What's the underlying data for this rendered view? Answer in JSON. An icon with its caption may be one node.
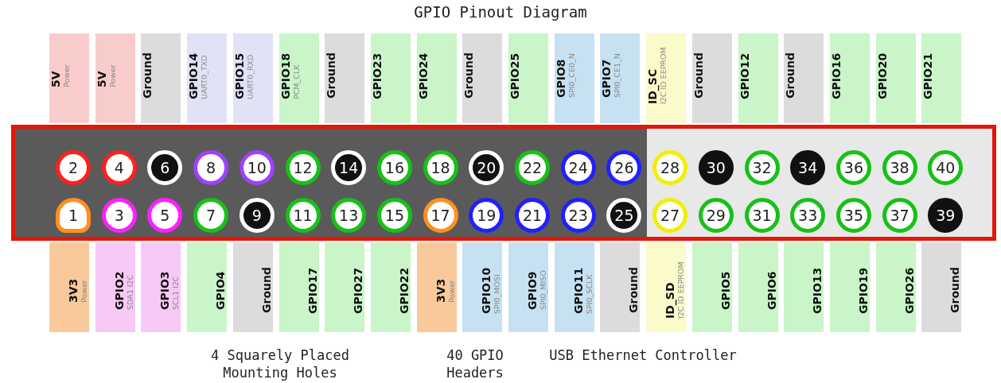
{
  "diagram": {
    "title": "GPIO Pinout Diagram",
    "nodes": [
      {
        "text": [],
        "shape": "box"
      },
      {
        "text": [
          "2"
        ],
        "in": 0
      },
      {
        "text": [
          "4"
        ],
        "in": 0
      },
      {
        "text": [
          "6"
        ],
        "in": 0
      },
      {
        "text": [
          "8"
        ],
        "in": 0
      },
      {
        "text": [
          "10"
        ],
        "in": 0
      },
      {
        "text": [
          "12"
        ],
        "in": 0
      },
      {
        "text": [
          "14"
        ],
        "in": 0
      },
      {
        "text": [
          "16"
        ],
        "in": 0
      },
      {
        "text": [
          "18"
        ],
        "in": 0
      },
      {
        "text": [
          "20"
        ],
        "in": 0
      },
      {
        "text": [
          "22"
        ],
        "in": 0
      },
      {
        "text": [
          "24"
        ],
        "in": 0
      },
      {
        "text": [
          "26"
        ],
        "in": 0
      },
      {
        "text": [
          "28"
        ],
        "in": 0
      },
      {
        "text": [
          "30"
        ],
        "in": 0
      },
      {
        "text": [
          "32"
        ],
        "in": 0
      },
      {
        "text": [
          "34"
        ],
        "in": 0
      },
      {
        "text": [
          "36"
        ],
        "in": 0
      },
      {
        "text": [
          "38"
        ],
        "in": 0
      },
      {
        "text": [
          "40"
        ],
        "in": 0
      },
      {
        "text": [
          "1"
        ],
        "in": 0
      },
      {
        "text": [
          "3"
        ],
        "in": 0
      },
      {
        "text": [
          "5"
        ],
        "in": 0
      },
      {
        "text": [
          "7"
        ],
        "in": 0
      },
      {
        "text": [
          "9"
        ],
        "in": 0
      },
      {
        "text": [
          "11"
        ],
        "in": 0
      },
      {
        "text": [
          "13"
        ],
        "in": 0
      },
      {
        "text": [
          "15"
        ],
        "in": 0
      },
      {
        "text": [
          "17"
        ],
        "in": 0
      },
      {
        "text": [
          "19"
        ],
        "in": 0
      },
      {
        "text": [
          "21"
        ],
        "in": 0
      },
      {
        "text": [
          "23"
        ],
        "in": 0
      },
      {
        "text": [
          "25"
        ],
        "in": 0
      },
      {
        "text": [
          "27"
        ],
        "in": 0
      },
      {
        "text": [
          "29"
        ],
        "in": 0
      },
      {
        "text": [
          "31"
        ],
        "in": 0
      },
      {
        "text": [
          "33"
        ],
        "in": 0
      },
      {
        "text": [
          "35"
        ],
        "in": 0
      },
      {
        "text": [
          "37"
        ],
        "in": 0
      },
      {
        "text": [
          "39"
        ],
        "in": 0
      },
      {
        "text": [
          "5V",
          "Power"
        ]
      },
      {
        "text": [
          "5V",
          "Power"
        ]
      },
      {
        "text": [
          "Ground"
        ]
      },
      {
        "text": [
          "GPIO14",
          "UART0_TXD"
        ]
      },
      {
        "text": [
          "GPIO15",
          "UART0_RXD"
        ]
      },
      {
        "text": [
          "GPIO18",
          "PCM_CLK"
        ]
      },
      {
        "text": [
          "Ground"
        ]
      },
      {
        "text": [
          "GPIO23"
        ]
      },
      {
        "text": [
          "GPIO24"
        ]
      },
      {
        "text": [
          "Ground"
        ]
      },
      {
        "text": [
          "GPIO25"
        ]
      },
      {
        "text": [
          "GPIO8",
          "SPI0_CE0_N"
        ]
      },
      {
        "text": [
          "GPIO7",
          "SPI0_CE1_N"
        ]
      },
      {
        "text": [
          "ID_SC",
          "I2C ID EEPROM"
        ]
      },
      {
        "text": [
          "Ground"
        ]
      },
      {
        "text": [
          "GPIO12"
        ]
      },
      {
        "text": [
          "Ground"
        ]
      },
      {
        "text": [
          "GPIO16"
        ]
      },
      {
        "text": [
          "GPIO20"
        ]
      },
      {
        "text": [
          "GPIO21"
        ]
      },
      {
        "text": [
          "3V3",
          "Power"
        ]
      },
      {
        "text": [
          "GPIO2",
          "SDA1 I2C"
        ]
      },
      {
        "text": [
          "GPIO3",
          "SCL1 I2C"
        ]
      },
      {
        "text": [
          "GPIO4"
        ]
      },
      {
        "text": [
          "Ground"
        ]
      },
      {
        "text": [
          "GPIO17"
        ]
      },
      {
        "text": [
          "GPIO27"
        ]
      },
      {
        "text": [
          "GPIO22"
        ]
      },
      {
        "text": [
          "3V3",
          "Power"
        ]
      },
      {
        "text": [
          "GPIO10",
          "SPI0_MOSI"
        ]
      },
      {
        "text": [
          "GPIO9",
          "SPI0_MISO"
        ]
      },
      {
        "text": [
          "GPIO11",
          "SPI0_SCLK"
        ]
      },
      {
        "text": [
          "Ground"
        ]
      },
      {
        "text": [
          "ID_SD",
          "I2C ID EEPROM"
        ]
      },
      {
        "text": [
          "GPIO5"
        ]
      },
      {
        "text": [
          "GPIO6"
        ]
      },
      {
        "text": [
          "GPIO13"
        ]
      },
      {
        "text": [
          "GPIO19"
        ]
      },
      {
        "text": [
          "GPIO26"
        ]
      },
      {
        "text": [
          "Ground"
        ]
      }
    ],
    "labels": [
      "4 Squarely Placed Mounting Holes",
      "40 GPIO Headers",
      "USB Ethernet Controller"
    ]
  }
}
